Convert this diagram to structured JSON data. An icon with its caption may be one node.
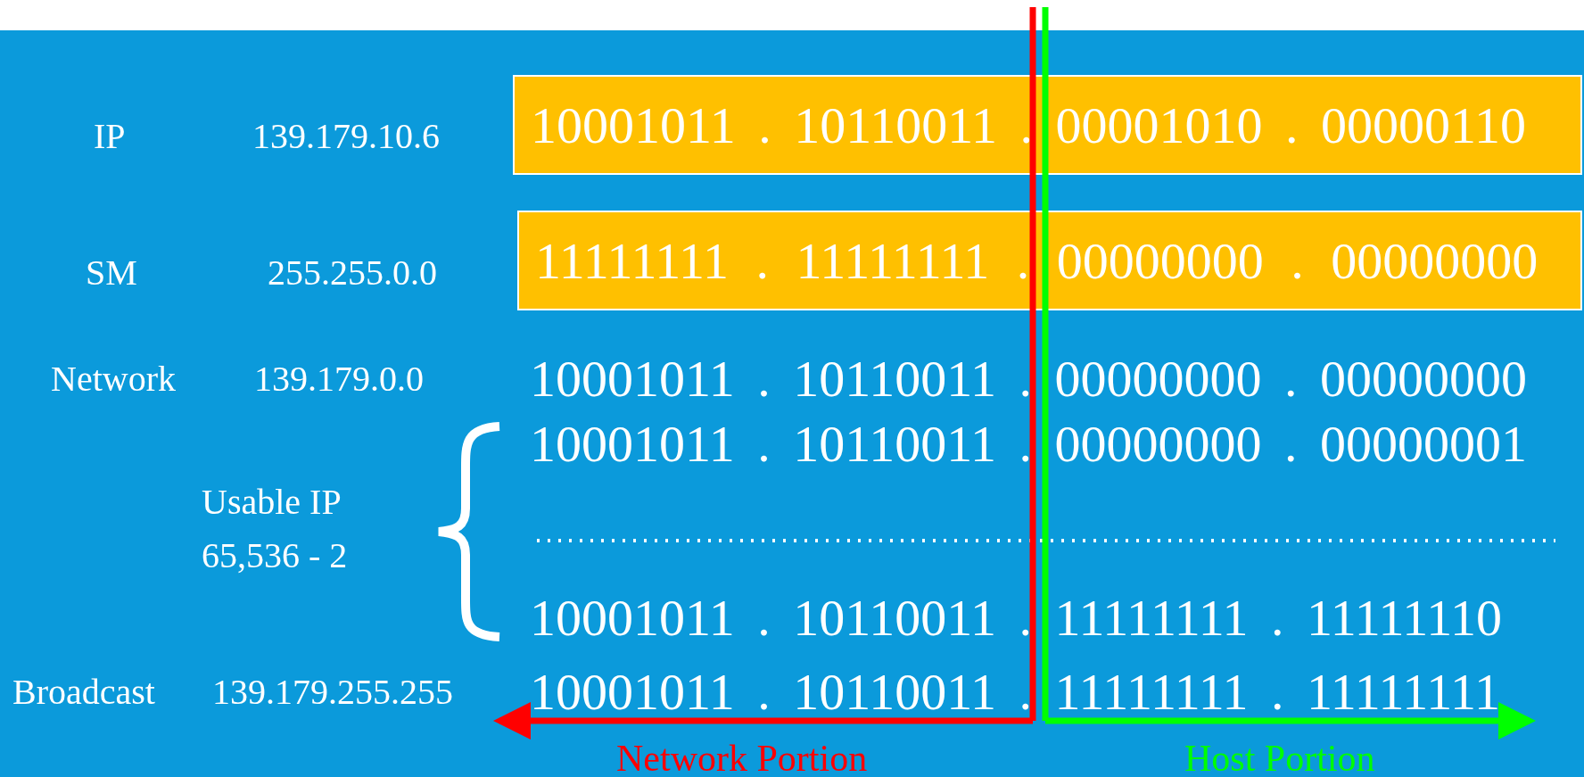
{
  "diagram": {
    "nodes": [
      {
        "text": [
          "10001011 . 10110011 . 00001010 . 00000110"
        ]
      },
      {
        "text": [
          "11111111 . 11111111 . 00000000 . 00000000"
        ]
      }
    ],
    "labels": [
      "IP",
      "139.179.10.6",
      "SM",
      "255.255.0.0",
      "Network",
      "139.179.0.0",
      "10001011 . 10110011 . 00000000 . 00000000",
      "10001011 . 10110011 . 00000000 . 00000001",
      "Usable IP",
      "65,536 - 2",
      "10001011 . 10110011 . 11111111 . 11111110",
      "Broadcast",
      "139.179.255.255",
      "10001011 . 10110011 . 11111111 . 11111111",
      "Network Portion",
      "Host Portion"
    ]
  }
}
